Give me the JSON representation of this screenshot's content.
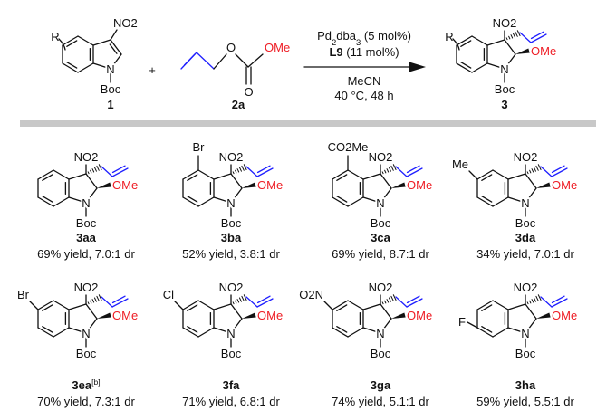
{
  "colors": {
    "allyl": "#1f1fff",
    "methoxy": "#ee1c24",
    "separator": "#c8c8c8"
  },
  "common": {
    "nitro": "NO2",
    "methoxy": "OMe",
    "nitrogen": "N",
    "protecting_group": "Boc",
    "r_group": "R"
  },
  "scheme": {
    "reactant1": {
      "label": "1"
    },
    "reactant2": {
      "label": "2a",
      "ester_oxygen": "O",
      "carbonyl_oxygen": "O",
      "methoxy": "OMe"
    },
    "plus": "+",
    "conditions": {
      "catalyst": "Pd2dba3 (5 mol%)",
      "ligand": "L9",
      "ligand_loading": "(11 mol%)",
      "solvent": "MeCN",
      "temp_time": "40 °C, 48 h"
    },
    "product": {
      "label": "3"
    }
  },
  "products": [
    {
      "label": "3aa",
      "note": "",
      "result": "69% yield, 7.0:1 dr",
      "substituent": null
    },
    {
      "label": "3ba",
      "note": "",
      "result": "52% yield, 3.8:1 dr",
      "substituent": {
        "text": "Br",
        "locant": 4
      }
    },
    {
      "label": "3ca",
      "note": "",
      "result": "69% yield, 8.7:1 dr",
      "substituent": {
        "text": "CO2Me",
        "locant": 4
      }
    },
    {
      "label": "3da",
      "note": "",
      "result": "34% yield, 7.0:1 dr",
      "substituent": {
        "text": "Me",
        "locant": 5
      }
    },
    {
      "label": "3ea",
      "note": "[b]",
      "result": "70% yield, 7.3:1 dr",
      "substituent": {
        "text": "Br",
        "locant": 5
      }
    },
    {
      "label": "3fa",
      "note": "",
      "result": "71% yield, 6.8:1 dr",
      "substituent": {
        "text": "Cl",
        "locant": 5
      }
    },
    {
      "label": "3ga",
      "note": "",
      "result": "74% yield, 5.1:1 dr",
      "substituent": {
        "text": "O2N",
        "locant": 5
      }
    },
    {
      "label": "3ha",
      "note": "",
      "result": "59% yield, 5.5:1 dr",
      "substituent": {
        "text": "F",
        "locant": 6
      }
    }
  ]
}
